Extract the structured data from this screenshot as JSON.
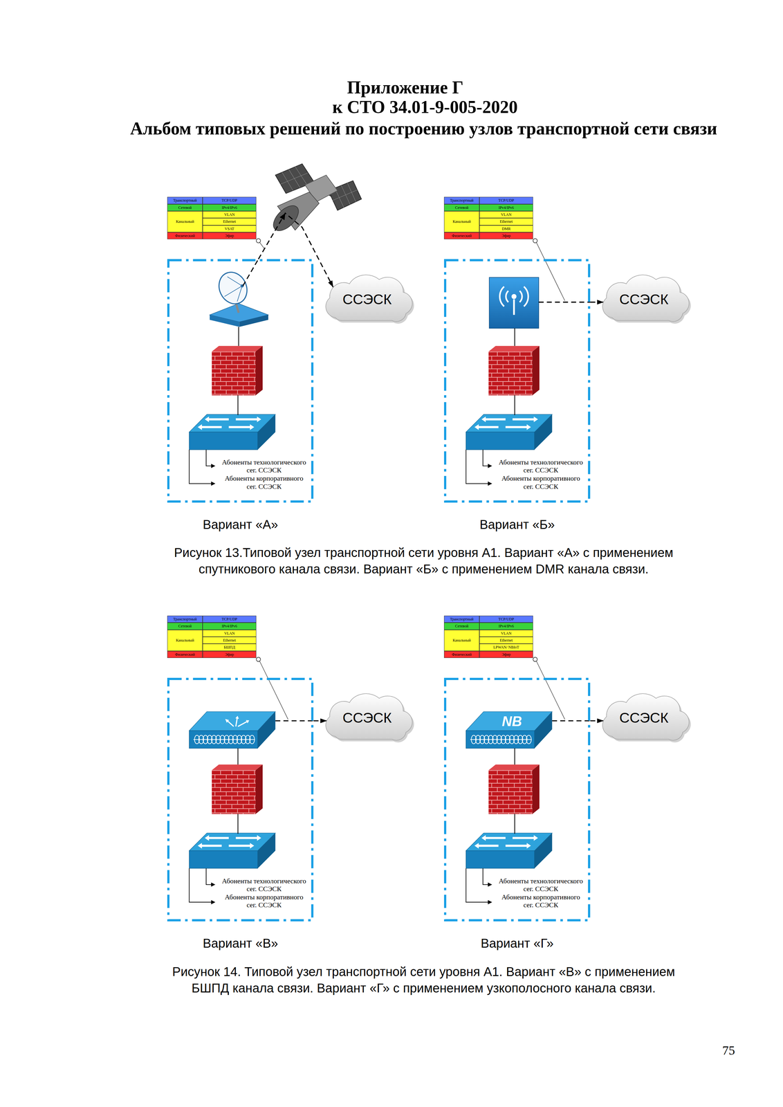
{
  "diagram": {
    "title": "Приложение Г",
    "caption": "Рисунок 13.Типовой узел транспортной сети уровня А1. Вариант «А» с применением спутникового канала связи. Вариант «Б» с применением DMR канала связи.",
    "nodes": [
      {
        "text": [
          "Вариант «А»"
        ]
      },
      {
        "text": [
          "ССЭСК"
        ]
      },
      {
        "text": [
          "Вариант «Б»"
        ]
      },
      {
        "text": [
          "ССЭСК"
        ]
      },
      {
        "text": [
          "Вариант «В»"
        ]
      },
      {
        "text": [
          "ССЭСК"
        ]
      },
      {
        "text": [
          "Вариант «Г»"
        ]
      },
      {
        "text": [
          "ССЭСК"
        ]
      }
    ],
    "edges": [
      {
        "from": 0,
        "to": 1,
        "arrow": "to"
      },
      {
        "from": 2,
        "to": 3,
        "arrow": "to"
      },
      {
        "from": 4,
        "to": 5,
        "arrow": "to"
      },
      {
        "from": 6,
        "to": 7,
        "arrow": "to"
      }
    ],
    "labels": [
      "к СТО 34.01-9-005-2020",
      "Альбом типовых решений по построению узлов транспортной сети связи",
      "Транспортный",
      "TCP/UDP",
      "Сетевой",
      "IPv4/IPv6",
      "Канальный",
      "VLAN",
      "Ethernet",
      "VSAT",
      "Физический",
      "Эфир",
      "Абоненты технологического сег. ССЭСК",
      "Абоненты корпоративного сег. ССЭСК",
      "Транспортный",
      "TCP/UDP",
      "Сетевой",
      "IPv4/IPv6",
      "Канальный",
      "VLAN",
      "Ethernet",
      "DMR",
      "Физический",
      "Эфир",
      "Абоненты технологического сег. ССЭСК",
      "Абоненты корпоративного сег. ССЭСК",
      "Транспортный",
      "TCP/UDP",
      "Сетевой",
      "IPv4/IPv6",
      "Канальный",
      "VLAN",
      "Ethernet",
      "БШПД",
      "Физический",
      "Эфир",
      "Абоненты технологического сег. ССЭСК",
      "Абоненты корпоративного сег. ССЭСК",
      "Транспортный",
      "TCP/UDP",
      "Сетевой",
      "IPv4/IPv6",
      "Канальный",
      "VLAN",
      "Ethernet",
      "LPWAN/ NBIoT",
      "Физический",
      "Эфир",
      "Абоненты технологического сег. ССЭСК",
      "Абоненты корпоративного сег. ССЭСК",
      "NB",
      "Рисунок 14. Типовой узел транспортной сети уровня А1. Вариант «В» с применением БШПД канала связи. Вариант «Г» с применением узкополосного канала связи.",
      "75"
    ]
  }
}
